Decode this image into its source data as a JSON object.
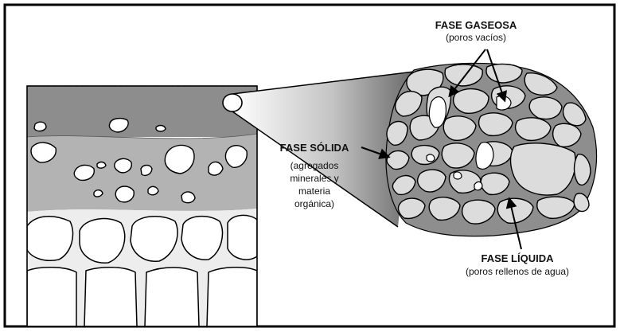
{
  "labels": {
    "gas": {
      "title": "FASE GASEOSA",
      "sub": "(poros vacíos)"
    },
    "solid": {
      "title": "FASE SÓLIDA",
      "sub_lines": [
        "(agregados",
        "minerales y",
        "materia",
        "orgánica)"
      ]
    },
    "liquid": {
      "title": "FASE LÍQUIDA",
      "sub": "(poros rellenos de agua)"
    }
  },
  "colors": {
    "topsoil": "#8d8d8d",
    "subsoil": "#b3b3b3",
    "aggregate": "#dcdcdc",
    "pore_water": "#8e8e8e",
    "outline": "#000000"
  }
}
